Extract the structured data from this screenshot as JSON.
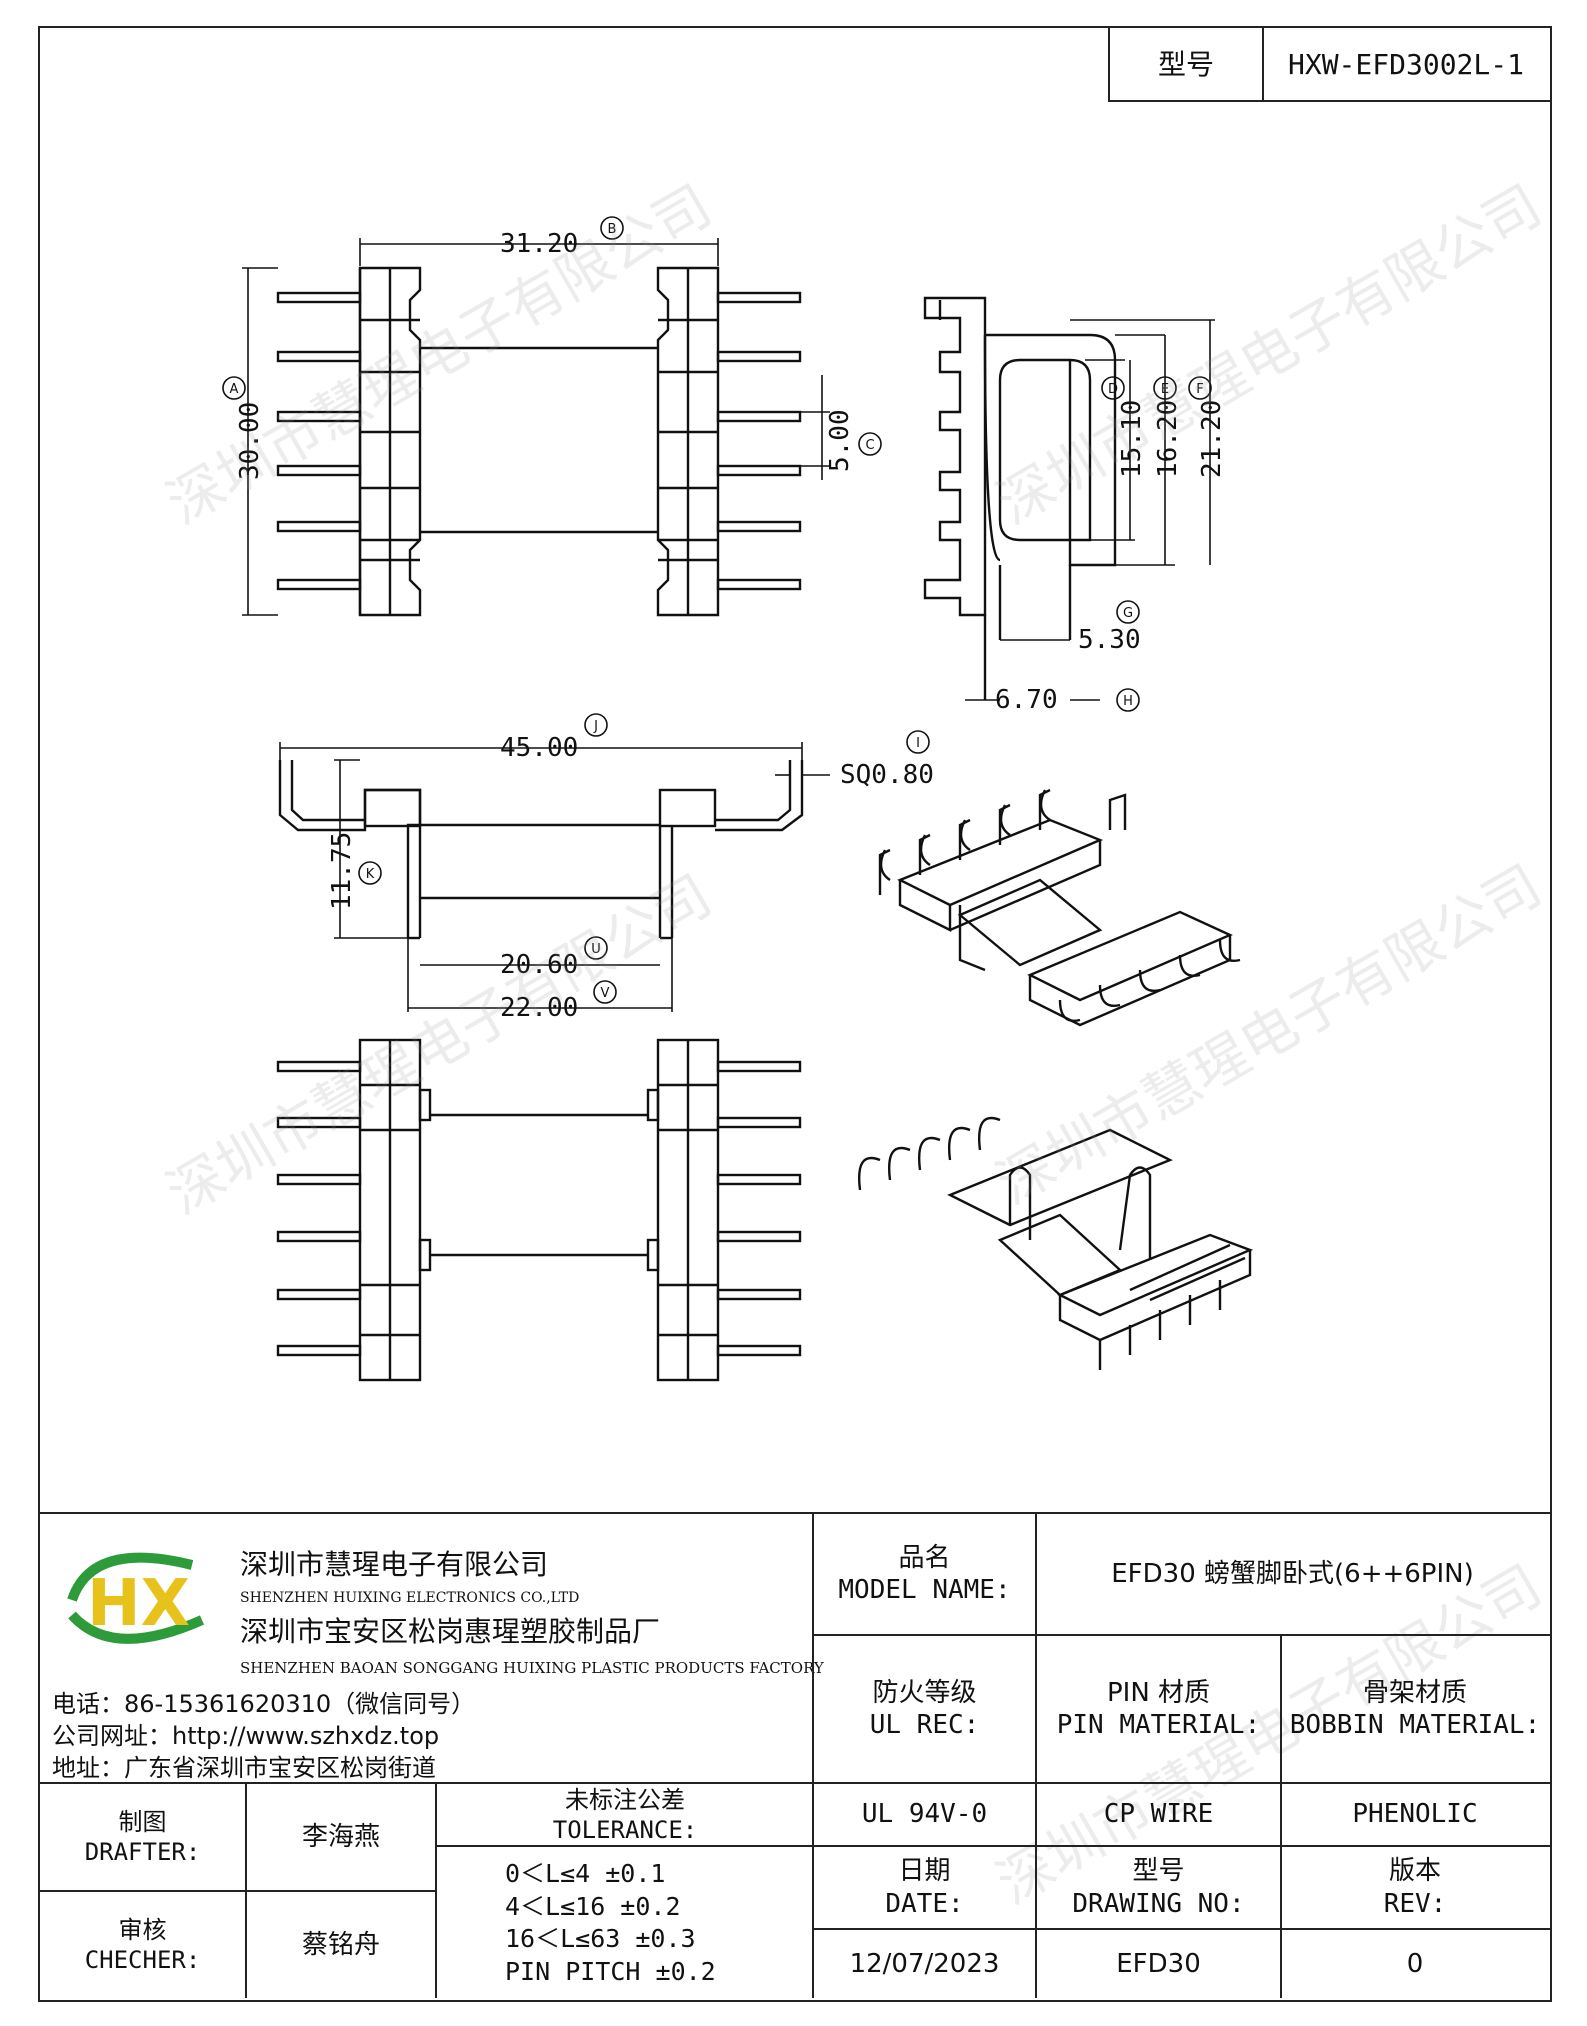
{
  "header": {
    "type_label": "型号",
    "type_value": "HXW-EFD3002L-1"
  },
  "watermark": "深圳市慧瑆电子有限公司",
  "dimensions": {
    "A": "30.00",
    "B": "31.20",
    "C": "5.00",
    "D": "15.10",
    "E": "16.20",
    "F": "21.20",
    "G": "5.30",
    "H": "6.70",
    "J": "45.00",
    "sq": "SQ0.80",
    "K": "11.75",
    "U": "20.60",
    "V": "22.00"
  },
  "dim_letters": {
    "A": "A",
    "B": "B",
    "C": "C",
    "D": "D",
    "E": "E",
    "F": "F",
    "G": "G",
    "H": "H",
    "J": "J",
    "I": "I",
    "K": "K",
    "U": "U",
    "V": "V"
  },
  "company": {
    "name_cn": "深圳市慧瑆电子有限公司",
    "name_en": "SHENZHEN HUIXING ELECTRONICS CO.,LTD",
    "factory_cn": "深圳市宝安区松岗惠瑆塑胶制品厂",
    "factory_en": "SHENZHEN BAOAN SONGGANG HUIXING PLASTIC PRODUCTS FACTORY",
    "phone": "电话：86-15361620310（微信同号）",
    "website": "公司网址：http://www.szhxdz.top",
    "address": "地址：广东省深圳市宝安区松岗街道",
    "logo_text": "HX",
    "colors": {
      "green": "#2e9b3a",
      "yellow": "#e6c21a",
      "blue": "#1f6fb5"
    }
  },
  "title_block": {
    "model_name_label_cn": "品名",
    "model_name_label_en": "MODEL NAME:",
    "model_name_value": "EFD30 螃蟹脚卧式(6++6PIN)",
    "ul_label_cn": "防火等级",
    "ul_label_en": "UL REC:",
    "pin_label_cn": "PIN 材质",
    "pin_label_en": "PIN MATERIAL:",
    "bobbin_label_cn": "骨架材质",
    "bobbin_label_en": "BOBBIN MATERIAL:",
    "ul_value": "UL 94V-0",
    "pin_value": "CP WIRE",
    "bobbin_value": "PHENOLIC",
    "date_label_cn": "日期",
    "date_label_en": "DATE:",
    "drawing_label_cn": "型号",
    "drawing_label_en": "DRAWING NO:",
    "rev_label_cn": "版本",
    "rev_label_en": "REV:",
    "date_value": "12/07/2023",
    "drawing_value": "EFD30",
    "rev_value": "0",
    "drafter_label_cn": "制图",
    "drafter_label_en": "DRAFTER:",
    "drafter_value": "李海燕",
    "checker_label_cn": "审核",
    "checker_label_en": "CHECHER:",
    "checker_value": "蔡铭舟",
    "tolerance_label_cn": "未标注公差",
    "tolerance_label_en": "TOLERANCE:",
    "tolerance_lines": [
      "0＜L≤4  ±0.1",
      "4＜L≤16 ±0.2",
      "16＜L≤63 ±0.3",
      "PIN PITCH ±0.2"
    ]
  }
}
